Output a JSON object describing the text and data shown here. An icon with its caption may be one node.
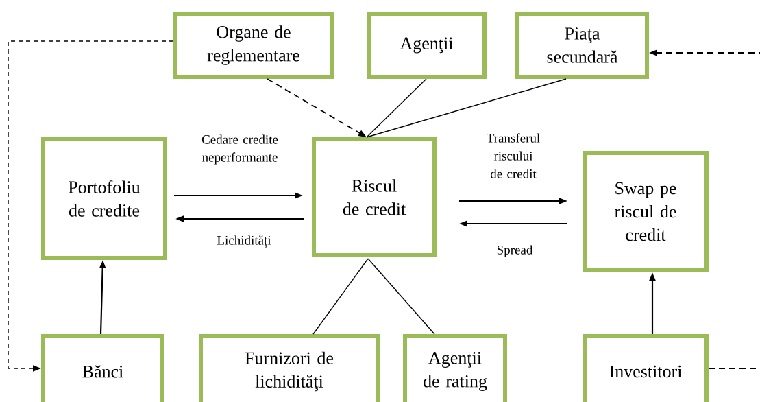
{
  "diagram": {
    "nodes": [
      {
        "text": [
          "Organe de reglementare"
        ]
      },
      {
        "text": [
          "Agenţii"
        ]
      },
      {
        "text": [
          "Piaţa secundară"
        ]
      },
      {
        "text": [
          "Portofoliu de credite"
        ]
      },
      {
        "text": [
          "Riscul de credit"
        ]
      },
      {
        "text": [
          "Swap pe riscul de credit"
        ]
      },
      {
        "text": [
          "Bănci"
        ]
      },
      {
        "text": [
          "Furnizori de lichidităţi"
        ]
      },
      {
        "text": [
          "Agenţii de rating"
        ]
      },
      {
        "text": [
          "Investitori"
        ]
      }
    ],
    "edges": [
      {
        "from": 0,
        "to": 4,
        "arrow": "to",
        "style": "dashed"
      },
      {
        "from": 1,
        "to": 4,
        "arrow": "none"
      },
      {
        "from": 2,
        "to": 4,
        "arrow": "none"
      },
      {
        "from": 3,
        "to": 4,
        "arrow": "to",
        "label": "Cedare credite neperformante"
      },
      {
        "from": 4,
        "to": 3,
        "arrow": "to",
        "label": "Lichidităţi"
      },
      {
        "from": 4,
        "to": 5,
        "arrow": "to",
        "label": "Transferul riscului de credit"
      },
      {
        "from": 5,
        "to": 4,
        "arrow": "to",
        "label": "Spread"
      },
      {
        "from": 6,
        "to": 3,
        "arrow": "to"
      },
      {
        "from": 4,
        "to": 7,
        "arrow": "none"
      },
      {
        "from": 4,
        "to": 8,
        "arrow": "none"
      },
      {
        "from": 9,
        "to": 5,
        "arrow": "to"
      },
      {
        "from": 0,
        "to": 6,
        "arrow": "to",
        "style": "dashed"
      },
      {
        "from": 9,
        "to": 2,
        "arrow": "to",
        "style": "dashed"
      }
    ]
  }
}
